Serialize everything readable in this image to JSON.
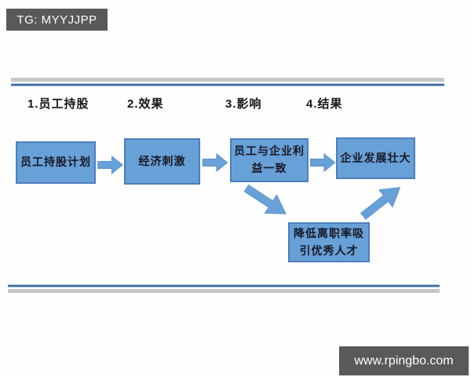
{
  "watermarks": {
    "tg_label": "TG: MYYJJPP",
    "site_label": "www.rpingbo.com"
  },
  "diagram": {
    "headers": [
      {
        "label": "1.员工持股"
      },
      {
        "label": "2.效果"
      },
      {
        "label": "3.影响"
      },
      {
        "label": "4.结果"
      }
    ],
    "nodes": [
      {
        "id": "esop-plan",
        "label": "员工持股计划"
      },
      {
        "id": "economic-incentive",
        "label": "经济刺激"
      },
      {
        "id": "interest-alignment",
        "label": "员工与企业利\n益一致"
      },
      {
        "id": "enterprise-growth",
        "label": "企业发展壮大"
      },
      {
        "id": "talent-retention",
        "label": "降低离职率吸\n引优秀人才"
      }
    ],
    "flow": [
      "esop-plan → economic-incentive",
      "economic-incentive → interest-alignment",
      "interest-alignment → enterprise-growth",
      "interest-alignment ↘ talent-retention",
      "talent-retention ↗ enterprise-growth"
    ],
    "colors": {
      "node_fill": "#68a0d8",
      "node_border": "#4d7fba",
      "arrow_fill": "#68a0d8",
      "divider_gray": "#c5c6c8",
      "divider_blue": "#3f689b",
      "watermark_bar_bg": "#58595b",
      "watermark_text": "#ffffff",
      "text": "#181824"
    }
  }
}
